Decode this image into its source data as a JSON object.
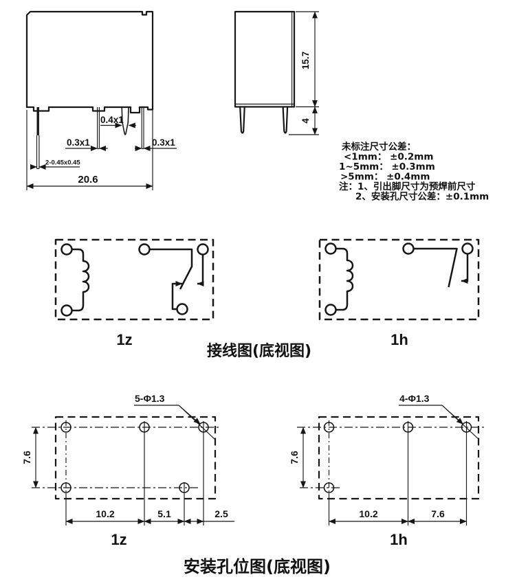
{
  "front_view": {
    "center_pin_dim": "0.4x1",
    "mid_pin_dim": "0.3x1",
    "right_pin_dim": "0.3x1",
    "coil_pin_dim": "2-0.45x0.45",
    "width_dim": "20.6"
  },
  "side_view": {
    "height_dim": "15.7",
    "pin_length_dim": "4"
  },
  "tolerance_notes": {
    "title": "未标注尺寸公差：",
    "line1": "<1mm： ±0.2mm",
    "line2": "1~5mm： ±0.3mm",
    "line3": ">5mm： ±0.4mm",
    "note1": "注：1、引出脚尺寸为预焊前尺寸",
    "note2": "2、安装孔尺寸公差：±0.1mm"
  },
  "wiring_section": {
    "left_label": "1z",
    "right_label": "1h",
    "caption": "接线图(底视图)"
  },
  "mounting_section": {
    "left_label": "1z",
    "right_label": "1h",
    "caption": "安装孔位图(底视图)",
    "left": {
      "holes_label": "5-Φ1.3",
      "vertical_dim": "7.6",
      "h_dim1": "10.2",
      "h_dim2": "5.1",
      "h_dim3": "2.5"
    },
    "right": {
      "holes_label": "4-Φ1.3",
      "vertical_dim": "7.6",
      "h_dim1": "10.2",
      "h_dim2": "7.6"
    }
  }
}
